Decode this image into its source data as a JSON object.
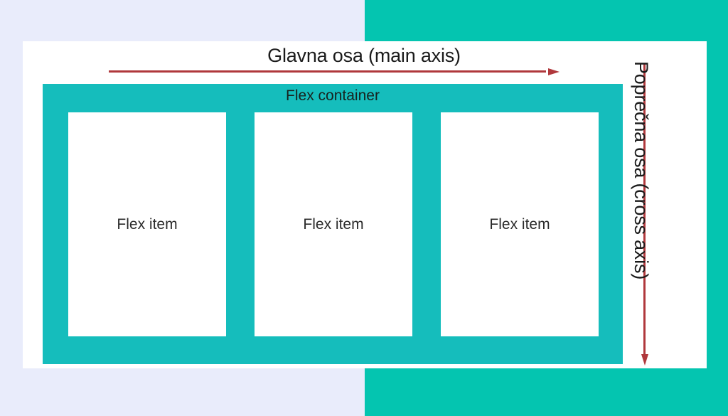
{
  "diagram": {
    "title": "Flexbox axes diagram",
    "main_axis_label": "Glavna osa (main axis)",
    "cross_axis_label": "Poprečna osa (cross axis)",
    "container_label": "Flex container",
    "items": [
      {
        "label": "Flex item"
      },
      {
        "label": "Flex item"
      },
      {
        "label": "Flex item"
      }
    ],
    "colors": {
      "background_left": "#E9ECFB",
      "background_right": "#04C5B0",
      "card": "#FFFFFF",
      "flex_container": "#15BDBC",
      "flex_item": "#FFFFFF",
      "arrow": "#B0383C",
      "text": "#1b1b1b"
    },
    "icons": {
      "main_axis_arrow": "arrow-right-icon",
      "cross_axis_arrow": "arrow-down-icon"
    }
  }
}
